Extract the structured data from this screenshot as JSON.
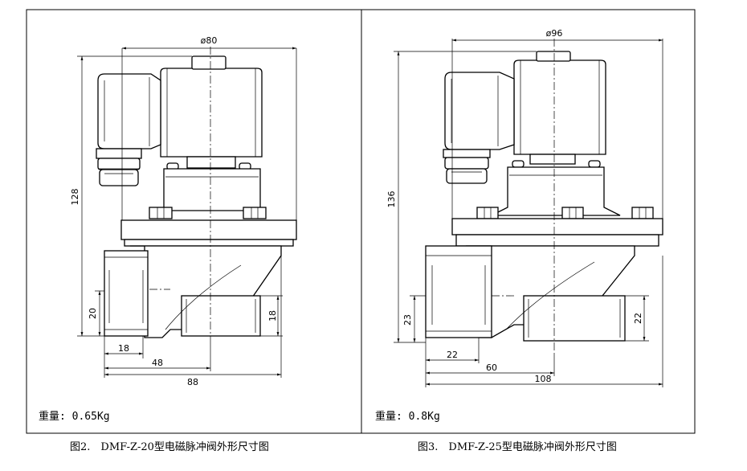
{
  "figures": [
    {
      "dims": {
        "diameter": "ø80",
        "height": "128",
        "port_left": "20",
        "port_right": "18",
        "d18": "18",
        "d48": "48",
        "d88": "88"
      },
      "weight": "重量: 0.65Kg",
      "caption": "图2.　DMF-Z-20型电磁脉冲阀外形尺寸图"
    },
    {
      "dims": {
        "diameter": "ø96",
        "height": "136",
        "port_left": "23",
        "port_right": "22",
        "d22": "22",
        "d60": "60",
        "d108": "108"
      },
      "weight": "重量: 0.8Kg",
      "caption": "图3.　DMF-Z-25型电磁脉冲阀外形尺寸图"
    }
  ]
}
